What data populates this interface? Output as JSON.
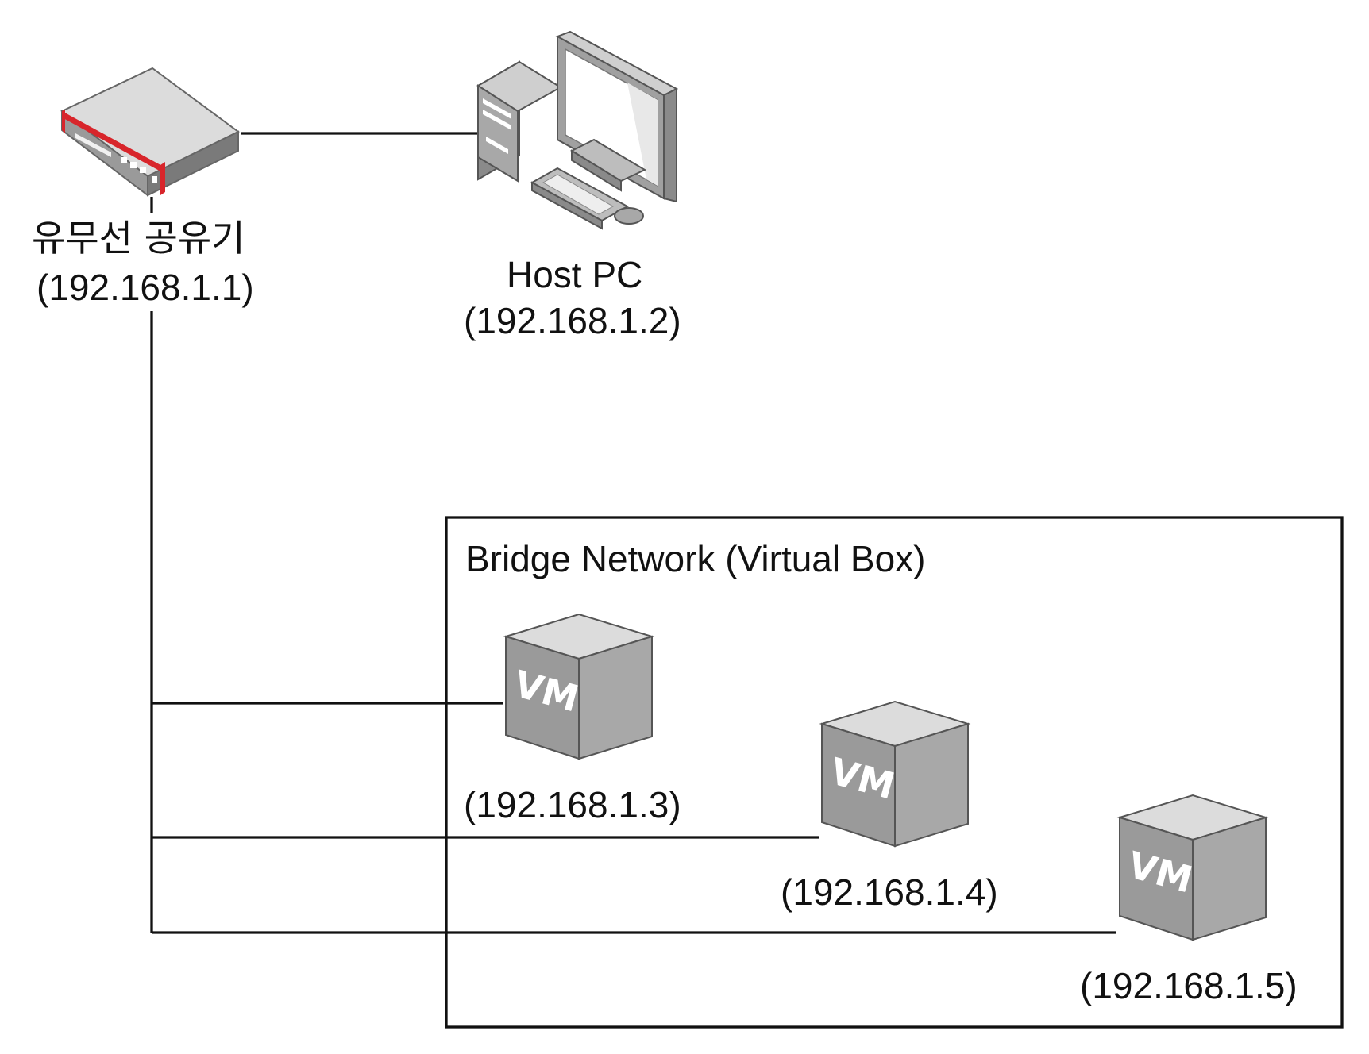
{
  "router": {
    "name": "유무선 공유기",
    "ip": "(192.168.1.1)"
  },
  "host": {
    "name": "Host PC",
    "ip": "(192.168.1.2)"
  },
  "bridge": {
    "title": "Bridge Network (Virtual Box)"
  },
  "vms": [
    {
      "badge": "VM",
      "ip": "(192.168.1.3)"
    },
    {
      "badge": "VM",
      "ip": "(192.168.1.4)"
    },
    {
      "badge": "VM",
      "ip": "(192.168.1.5)"
    }
  ],
  "colors": {
    "line": "#111111",
    "device_gray": "#9a9a9a",
    "device_light": "#dcdcdc",
    "device_dark": "#7a7a7a",
    "router_accent": "#d8252b"
  }
}
